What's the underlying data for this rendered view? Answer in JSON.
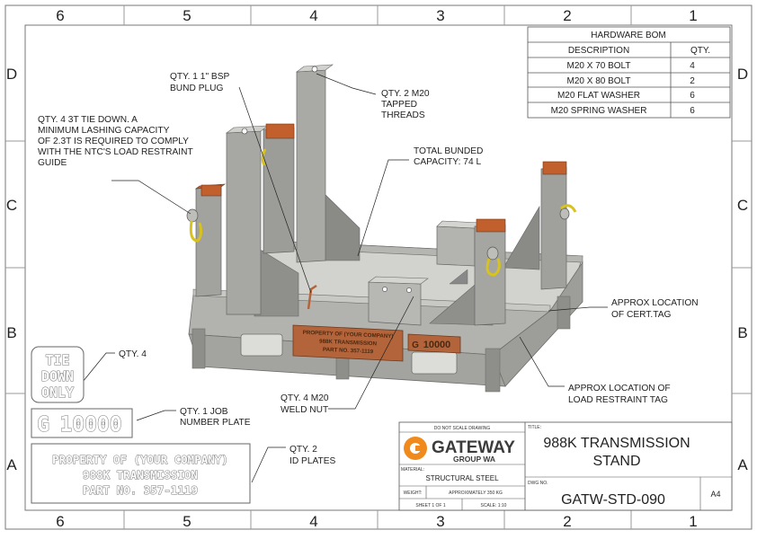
{
  "zones": {
    "columns": [
      "6",
      "5",
      "4",
      "3",
      "2",
      "1"
    ],
    "rows": [
      "D",
      "C",
      "B",
      "A"
    ]
  },
  "bom": {
    "title": "HARDWARE BOM",
    "headers": [
      "DESCRIPTION",
      "QTY."
    ],
    "rows": [
      {
        "description": "M20 X 70 BOLT",
        "qty": "4"
      },
      {
        "description": "M20 X 80 BOLT",
        "qty": "2"
      },
      {
        "description": "M20 FLAT WASHER",
        "qty": "6"
      },
      {
        "description": "M20 SPRING WASHER",
        "qty": "6"
      }
    ]
  },
  "notes": {
    "bsp_plug": [
      "QTY. 1 1\" BSP",
      "BUND PLUG"
    ],
    "tapped_threads": [
      "QTY. 2 M20",
      "TAPPED",
      "THREADS"
    ],
    "tie_down": [
      "QTY. 4 3T TIE DOWN. A",
      "MINIMUM LASHING CAPACITY",
      "OF 2.3T IS REQUIRED TO COMPLY",
      "WITH THE NTC'S LOAD RESTRAINT",
      "GUIDE"
    ],
    "bunded": [
      "TOTAL BUNDED",
      "CAPACITY: 74 L"
    ],
    "cert_tag": [
      "APPROX LOCATION",
      "OF CERT.TAG"
    ],
    "load_tag": [
      "APPROX LOCATION OF",
      "LOAD RESTRAINT TAG"
    ],
    "weld_nut": [
      "QTY. 4 M20",
      "WELD NUT"
    ],
    "tie_plate_qty": "QTY. 4",
    "job_plate": [
      "QTY. 1 JOB",
      "NUMBER PLATE"
    ],
    "id_plates": [
      "QTY. 2",
      "ID PLATES"
    ]
  },
  "plates": {
    "tie_down": [
      "TIE",
      "DOWN",
      "ONLY"
    ],
    "job_number": "10000",
    "id_plate": [
      "PROPERTY OF (YOUR COMPANY)",
      "988K TRANSMISSION",
      "PART NO. 357-1119"
    ]
  },
  "model_labels": {
    "id_plate": [
      "PROPERTY OF (YOUR COMPANY)",
      "988K TRANSMISSION",
      "PART NO. 357-1119"
    ],
    "job_number": "10000"
  },
  "title_block": {
    "do_not_scale": "DO NOT SCALE DRAWING",
    "company": "GATEWAY",
    "company_sub": "GROUP WA",
    "title_label": "TITLE:",
    "title": [
      "988K TRANSMISSION",
      "STAND"
    ],
    "material_label": "MATERIAL:",
    "material": "STRUCTURAL STEEL",
    "weight_label": "WEIGHT:",
    "weight": "APPROXIMATELY 350 KG",
    "sheet": "SHEET 1 OF 1",
    "scale": "SCALE: 1:10",
    "dwg_label": "DWG NO.",
    "dwg_no": "GATW-STD-090",
    "size": "A4"
  },
  "colors": {
    "steel": "#a9a9a6",
    "steel_dark": "#7f7f7c",
    "steel_light": "#cfcfcb",
    "orange": "#c2602d",
    "shackle": "#d8c21e",
    "logo": "#f08a1c"
  }
}
